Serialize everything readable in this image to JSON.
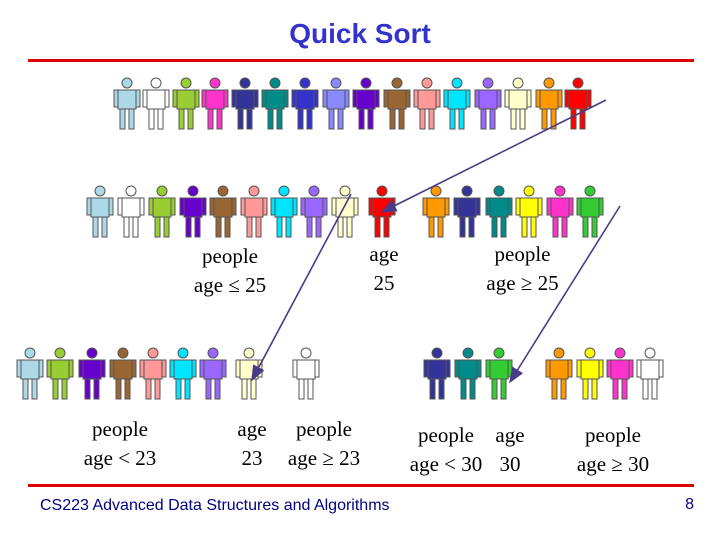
{
  "slide": {
    "title": "Quick Sort",
    "footer": "CS223 Advanced Data Structures and Algorithms",
    "page_number": "8",
    "rule_color": "#e00000",
    "title_color": "#3333cc"
  },
  "rows": [
    {
      "name": "row-1-all-people",
      "figures": [
        "#add8e6",
        "#ffffff",
        "#9acd32",
        "#ff33cc",
        "#333399",
        "#008b8b",
        "#3333cc",
        "#8888ff",
        "#6600cc",
        "#996633",
        "#ff9999",
        "#00e5ff",
        "#9966ff",
        "#ffffcc",
        "#ff9900",
        "#ff0000"
      ]
    },
    {
      "name": "row-2-first-partition",
      "figures": [
        "#add8e6",
        "#ffffff",
        "#9acd32",
        "#6600cc",
        "#996633",
        "#ff9999",
        "#00e5ff",
        "#9966ff",
        "#ffffcc",
        "#ff0000",
        "#ff9900",
        "#333399",
        "#008b8b",
        "#ffff00",
        "#ff33cc",
        "#33cc33"
      ]
    },
    {
      "name": "row-3-second-partition",
      "figures": [
        "#add8e6",
        "#9acd32",
        "#6600cc",
        "#996633",
        "#ff9999",
        "#00e5ff",
        "#9966ff",
        "#ffffcc",
        "#ffffff",
        "#333399",
        "#008b8b",
        "#33cc33",
        "#ff9900",
        "#ffff00",
        "#ff33cc",
        "#ffffff"
      ]
    }
  ],
  "labels": {
    "row2_left": [
      "people",
      "age ≤ 25"
    ],
    "row2_mid": [
      "age",
      "25"
    ],
    "row2_right": [
      "people",
      "age ≥ 25"
    ],
    "row3_a": [
      "people",
      "age < 23"
    ],
    "row3_b": [
      "age",
      "23"
    ],
    "row3_c": [
      "people",
      "age ≥ 23"
    ],
    "row3_d": [
      "people",
      "age < 30"
    ],
    "row3_e": [
      "age",
      "30"
    ],
    "row3_f": [
      "people",
      "age ≥ 30"
    ]
  },
  "arrows": [
    {
      "name": "arrow-pivot-25",
      "from": "row-1-all-people",
      "to": "row-2-first-partition"
    },
    {
      "name": "arrow-pivot-23",
      "from": "row-2-first-partition",
      "to": "row-3-second-partition"
    },
    {
      "name": "arrow-pivot-30",
      "from": "row-2-first-partition",
      "to": "row-3-second-partition"
    }
  ]
}
